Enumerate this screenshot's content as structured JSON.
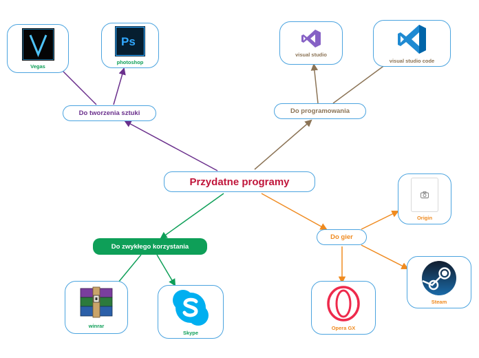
{
  "root": {
    "label": "Przydatne programy",
    "color": "#c0163b"
  },
  "branches": {
    "art": {
      "label": "Do tworzenia sztuki",
      "color": "#6a2f8c",
      "apps": [
        {
          "label": "Vegas",
          "icon": "vegas-logo-icon"
        },
        {
          "label": "photoshop",
          "icon": "photoshop-logo-icon"
        }
      ]
    },
    "programming": {
      "label": "Do programowania",
      "color": "#8b7355",
      "apps": [
        {
          "label": "visual studio",
          "icon": "visual-studio-logo-icon"
        },
        {
          "label": "visual studio code",
          "icon": "vscode-logo-icon"
        }
      ]
    },
    "everyday": {
      "label": "Do zwykłego korzystania",
      "color": "#0e9f58",
      "apps": [
        {
          "label": "winrar",
          "icon": "winrar-logo-icon"
        },
        {
          "label": "Skype",
          "icon": "skype-logo-icon"
        }
      ]
    },
    "games": {
      "label": "Do gier",
      "color": "#ef8a1f",
      "apps": [
        {
          "label": "Origin",
          "icon": "image-placeholder-icon"
        },
        {
          "label": "Steam",
          "icon": "steam-logo-icon"
        },
        {
          "label": "Opera GX",
          "icon": "opera-gx-logo-icon"
        }
      ]
    }
  }
}
